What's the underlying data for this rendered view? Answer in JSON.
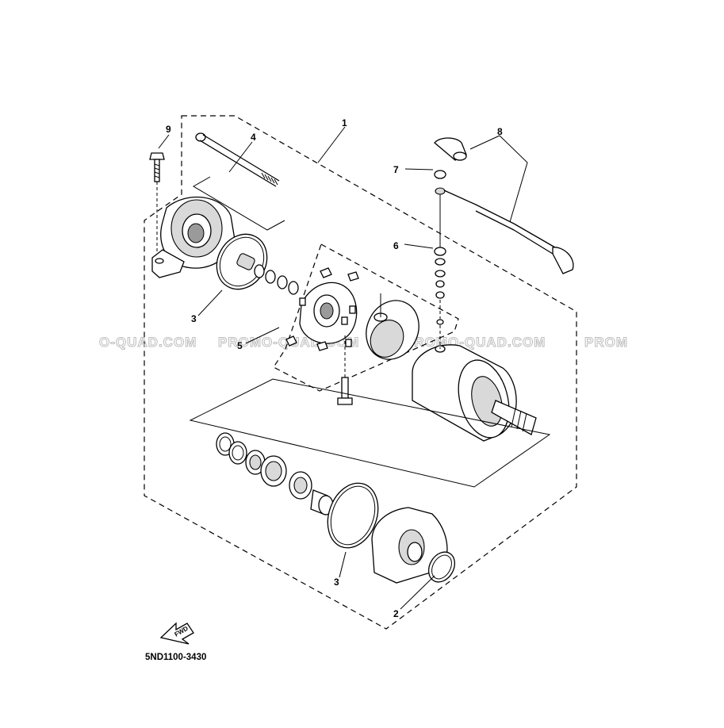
{
  "diagram": {
    "callouts": {
      "c1": "1",
      "c2": "2",
      "c3a": "3",
      "c3b": "3",
      "c4": "4",
      "c5": "5",
      "c6": "6",
      "c7": "7",
      "c8": "8",
      "c9": "9"
    },
    "watermark": {
      "w1": "O-QUAD.COM",
      "w2": "PROMO-QUAD.COM",
      "w3": "PROMO-QUAD.COM",
      "w4": "PROM"
    },
    "fwd_label": "FWD",
    "diagram_code": "5ND1100-3430"
  }
}
